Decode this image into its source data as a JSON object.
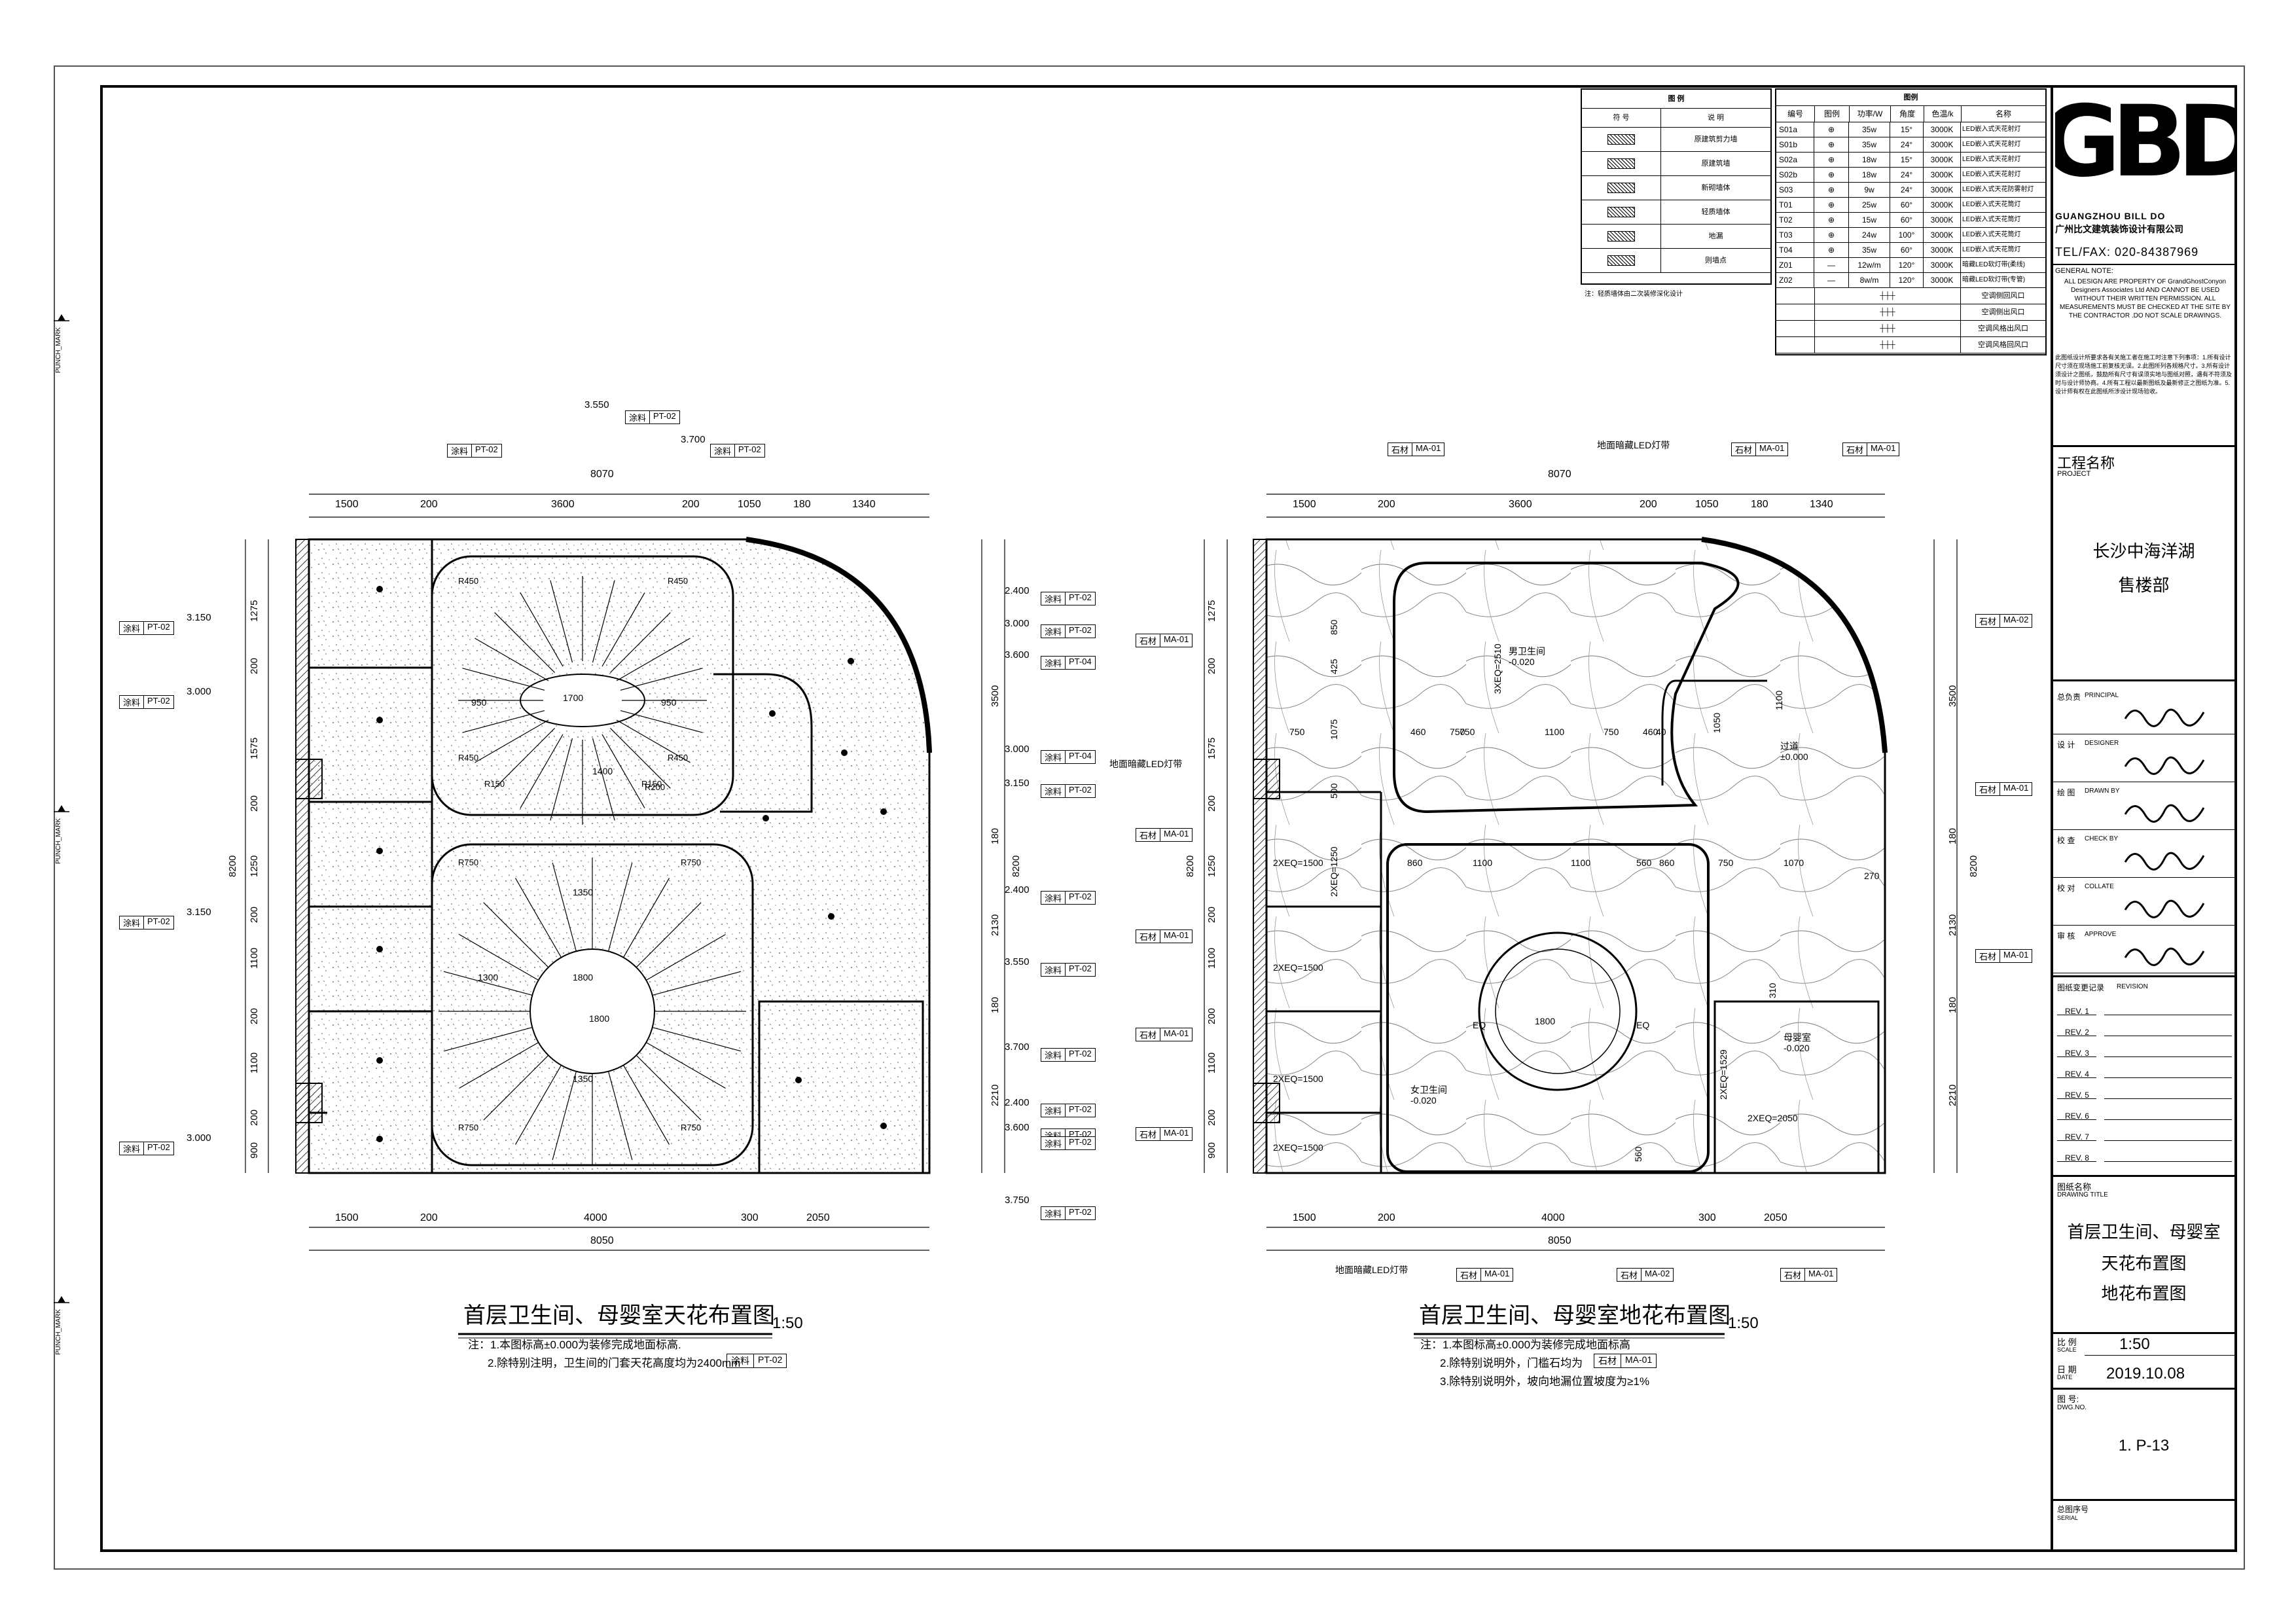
{
  "punch_marks": [
    "PUNCH_MARK",
    "PUNCH_MARK",
    "PUNCH_MARK"
  ],
  "legend_material": {
    "title": "图 例",
    "headers": [
      "符 号",
      "说 明"
    ],
    "rows": [
      "原建筑剪力墙",
      "原建筑墙",
      "新砌墙体",
      "轻质墙体",
      "地漏",
      "则墙点"
    ],
    "note": "注：轻质墙体由二次装修深化设计"
  },
  "legend_lights": {
    "title": "图例",
    "headers": [
      "编号",
      "图例",
      "功率/W",
      "角度",
      "色温/k",
      "名称"
    ],
    "rows": [
      [
        "S01a",
        "35w",
        "15°",
        "3000K",
        "LED嵌入式天花射灯"
      ],
      [
        "S01b",
        "35w",
        "24°",
        "3000K",
        "LED嵌入式天花射灯"
      ],
      [
        "S02a",
        "18w",
        "15°",
        "3000K",
        "LED嵌入式天花射灯"
      ],
      [
        "S02b",
        "18w",
        "24°",
        "3000K",
        "LED嵌入式天花射灯"
      ],
      [
        "S03",
        "9w",
        "24°",
        "3000K",
        "LED嵌入式天花防雾射灯"
      ],
      [
        "T01",
        "25w",
        "60°",
        "3000K",
        "LED嵌入式天花筒灯"
      ],
      [
        "T02",
        "15w",
        "60°",
        "3000K",
        "LED嵌入式天花筒灯"
      ],
      [
        "T03",
        "24w",
        "100°",
        "3000K",
        "LED嵌入式天花筒灯"
      ],
      [
        "T04",
        "35w",
        "60°",
        "3000K",
        "LED嵌入式天花筒灯"
      ],
      [
        "Z01",
        "12w/m",
        "120°",
        "3000K",
        "暗藏LED软灯带(柔线)"
      ],
      [
        "Z02",
        "8w/m",
        "120°",
        "3000K",
        "暗藏LED软灯带(专管)"
      ]
    ],
    "vent_rows": [
      "空调侧回风口",
      "空调侧出风口",
      "空调风格出风口",
      "空调风格回风口"
    ]
  },
  "title_block": {
    "logo": "GBD",
    "company_en": "GUANGZHOU BILL DO",
    "company_cn": "广州比文建筑装饰设计有限公司",
    "tel": "TEL/FAX: 020-84387969",
    "general_note_label": "GENERAL NOTE:",
    "general_note_en": "ALL DESIGN ARE PROPERTY OF GrandGhostConyon Designers Associates Ltd AND CANNOT BE USED WITHOUT THEIR WRITTEN PERMISSION. ALL MEASUREMENTS MUST BE CHECKED AT THE SITE BY THE CONTRACTOR .DO NOT SCALE DRAWINGS.",
    "general_note_cn": "此图纸设计所要求各有关施工者在施工时注意下列事项：1.所有设计尺寸须在现场施工前复核无误。2.此图所列各规格尺寸。3.所有设计须设计之图纸，鼓励所有尺寸有误须实地与图纸对照，遇有不符须及时与设计师协商。4.所有工程以最新图纸及最新修正之图纸为准。5.设计师有权在此图纸所涉设计现场验收。",
    "project_label": "工程名称",
    "project_en": "PROJECT",
    "project_name_1": "长沙中海洋湖",
    "project_name_2": "售楼部",
    "roles": [
      {
        "cn": "总负责",
        "en": "PRINCIPAL"
      },
      {
        "cn": "设 计",
        "en": "DESIGNER"
      },
      {
        "cn": "绘 图",
        "en": "DRAWN BY"
      },
      {
        "cn": "校 查",
        "en": "CHECK BY"
      },
      {
        "cn": "校 对",
        "en": "COLLATE"
      },
      {
        "cn": "审 核",
        "en": "APPROVE"
      }
    ],
    "revision_label": "图纸变更记录",
    "revision_en": "REVISION",
    "revisions": [
      "REV. 1",
      "REV. 2",
      "REV. 3",
      "REV. 4",
      "REV. 5",
      "REV. 6",
      "REV. 7",
      "REV. 8"
    ],
    "drawing_title_label": "图纸名称",
    "drawing_title_en": "DRAWING TITLE",
    "drawing_title_1": "首层卫生间、母婴室",
    "drawing_title_2": "天花布置图",
    "drawing_title_3": "地花布置图",
    "scale_label": "比 例",
    "scale_en": "SCALE",
    "scale": "1:50",
    "date_label": "日 期",
    "date_en": "DATE",
    "date": "2019.10.08",
    "dwg_label": "图 号:",
    "dwg_en": "DWG.NO.",
    "dwg_no": "1. P-13",
    "serial_label": "总图序号",
    "serial_en": "SERIAL"
  },
  "ceiling_plan": {
    "title": "首层卫生间、母婴室天花布置图",
    "scale": "1:50",
    "notes": [
      "注：1.本图标高±0.000为装修完成地面标高.",
      "2.除特别注明，卫生间的门套天花高度均为2400mm"
    ],
    "note_tag": [
      "涂料",
      "PT-02"
    ],
    "top_dims": [
      "1500",
      "200",
      "3600",
      "200",
      "1050",
      "180",
      "1340"
    ],
    "top_total": "8070",
    "bottom_dims": [
      "1500",
      "200",
      "4000",
      "300",
      "2050"
    ],
    "bottom_total": "8050",
    "left_dims": [
      "1275",
      "200",
      "1575",
      "200",
      "1250",
      "200",
      "1100",
      "200",
      "1100",
      "200",
      "900"
    ],
    "left_total": "8200",
    "right_dims": [
      "3500",
      "180",
      "2130",
      "180",
      "2210"
    ],
    "right_total": "8200",
    "levels_right": [
      "2.400",
      "3.000",
      "3.600",
      "3.000",
      "3.150",
      "2.400",
      "3.550",
      "3.700",
      "2.400",
      "3.600"
    ],
    "levels_left": [
      "3.150",
      "3.000",
      "3.150",
      "3.000"
    ],
    "level_bottom": "3.750",
    "level_top_1": "3.550",
    "level_top_2": "3.700",
    "tag_material": "涂料",
    "tag_codes": [
      "PT-02",
      "PT-02",
      "PT-04",
      "PT-04",
      "PT-02",
      "PT-02",
      "PT-02",
      "PT-02",
      "PT-02",
      "PT-02",
      "PT-02",
      "PT-02"
    ],
    "left_tag_codes": [
      "PT-02",
      "PT-02",
      "PT-02",
      "PT-02"
    ],
    "top_tag_codes": [
      "PT-02",
      "PT-02"
    ],
    "inner_dims": [
      "1700",
      "950",
      "950",
      "1800",
      "1300",
      "1400",
      "1350",
      "1350",
      "1800"
    ],
    "radius_labels": [
      "R450",
      "R450",
      "R450",
      "R450",
      "R150",
      "R150",
      "R200",
      "R750",
      "R750",
      "R750",
      "R750"
    ]
  },
  "floor_plan": {
    "title": "首层卫生间、母婴室地花布置图",
    "scale": "1:50",
    "notes": [
      "注：1.本图标高±0.000为装修完成地面标高",
      "2.除特别说明外，门槛石均为",
      "3.除特别说明外，坡向地漏位置坡度为≥1%"
    ],
    "note_tag": [
      "石材",
      "MA-01"
    ],
    "top_dims": [
      "1500",
      "200",
      "3600",
      "200",
      "1050",
      "180",
      "1340"
    ],
    "top_total": "8070",
    "bottom_dims": [
      "1500",
      "200",
      "4000",
      "300",
      "2050"
    ],
    "bottom_total": "8050",
    "left_dims": [
      "1275",
      "200",
      "1575",
      "200",
      "1250",
      "200",
      "1100",
      "200",
      "1100",
      "200",
      "900"
    ],
    "left_total": "8200",
    "right_dims": [
      "3500",
      "180",
      "2130",
      "180",
      "2210"
    ],
    "right_total": "8200",
    "tag_material": "石材",
    "top_tags": [
      "MA-01",
      "MA-01",
      "MA-01"
    ],
    "bottom_tags": [
      "MA-01",
      "MA-02",
      "MA-01"
    ],
    "left_tags": [
      "MA-01",
      "MA-01",
      "MA-01",
      "MA-01",
      "MA-01"
    ],
    "right_tags": [
      "MA-02",
      "MA-01",
      "MA-01"
    ],
    "led_label_top": "地面暗藏LED灯带",
    "led_label_left": "地面暗藏LED灯带",
    "led_label_bottom": "地面暗藏LED灯带",
    "rooms": [
      {
        "name": "男卫生间",
        "level": "-0.020"
      },
      {
        "name": "女卫生间",
        "level": "-0.020"
      },
      {
        "name": "母婴室",
        "level": "-0.020"
      },
      {
        "name": "过道",
        "level": "±0.000"
      }
    ],
    "stall_labels": [
      "2XEQ=1500",
      "2XEQ=1250",
      "2XEQ=1500",
      "2XEQ=1500",
      "2XEQ=1500",
      "3XEQ=2510",
      "2XEQ=1529",
      "2XEQ=2050"
    ],
    "inner_dims": [
      "750",
      "750",
      "460",
      "750",
      "1100",
      "750",
      "460",
      "40",
      "860",
      "1100",
      "1100",
      "560",
      "860",
      "750",
      "1070",
      "1800",
      "EQ",
      "EQ",
      "560",
      "850",
      "425",
      "1075",
      "500",
      "1050",
      "1100",
      "270",
      "310"
    ]
  }
}
